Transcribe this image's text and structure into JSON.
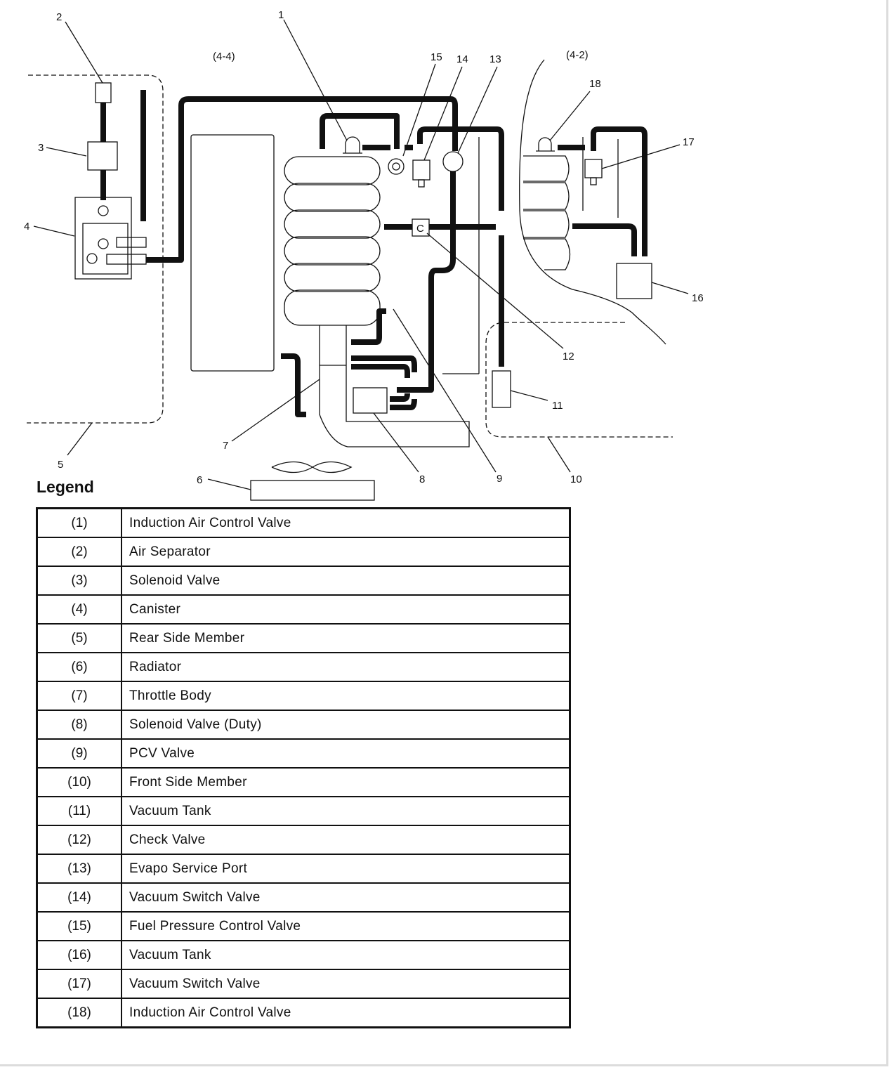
{
  "view_labels": [
    "(4-4)",
    "(4-2)"
  ],
  "callouts": [
    "1",
    "2",
    "3",
    "4",
    "5",
    "6",
    "7",
    "8",
    "9",
    "10",
    "11",
    "12",
    "13",
    "14",
    "15",
    "16",
    "17",
    "18"
  ],
  "check_valve_letter": "C",
  "legend": {
    "title": "Legend",
    "rows": [
      {
        "num": "(1)",
        "desc": "Induction Air Control Valve"
      },
      {
        "num": "(2)",
        "desc": "Air Separator"
      },
      {
        "num": "(3)",
        "desc": "Solenoid Valve"
      },
      {
        "num": "(4)",
        "desc": "Canister"
      },
      {
        "num": "(5)",
        "desc": "Rear Side Member"
      },
      {
        "num": "(6)",
        "desc": "Radiator"
      },
      {
        "num": "(7)",
        "desc": "Throttle Body"
      },
      {
        "num": "(8)",
        "desc": "Solenoid Valve (Duty)"
      },
      {
        "num": "(9)",
        "desc": "PCV Valve"
      },
      {
        "num": "(10)",
        "desc": "Front Side Member"
      },
      {
        "num": "(11)",
        "desc": "Vacuum Tank"
      },
      {
        "num": "(12)",
        "desc": "Check Valve"
      },
      {
        "num": "(13)",
        "desc": "Evapo Service Port"
      },
      {
        "num": "(14)",
        "desc": "Vacuum Switch Valve"
      },
      {
        "num": "(15)",
        "desc": "Fuel Pressure Control Valve"
      },
      {
        "num": "(16)",
        "desc": "Vacuum Tank"
      },
      {
        "num": "(17)",
        "desc": "Vacuum Switch Valve"
      },
      {
        "num": "(18)",
        "desc": "Induction Air Control Valve"
      }
    ]
  }
}
